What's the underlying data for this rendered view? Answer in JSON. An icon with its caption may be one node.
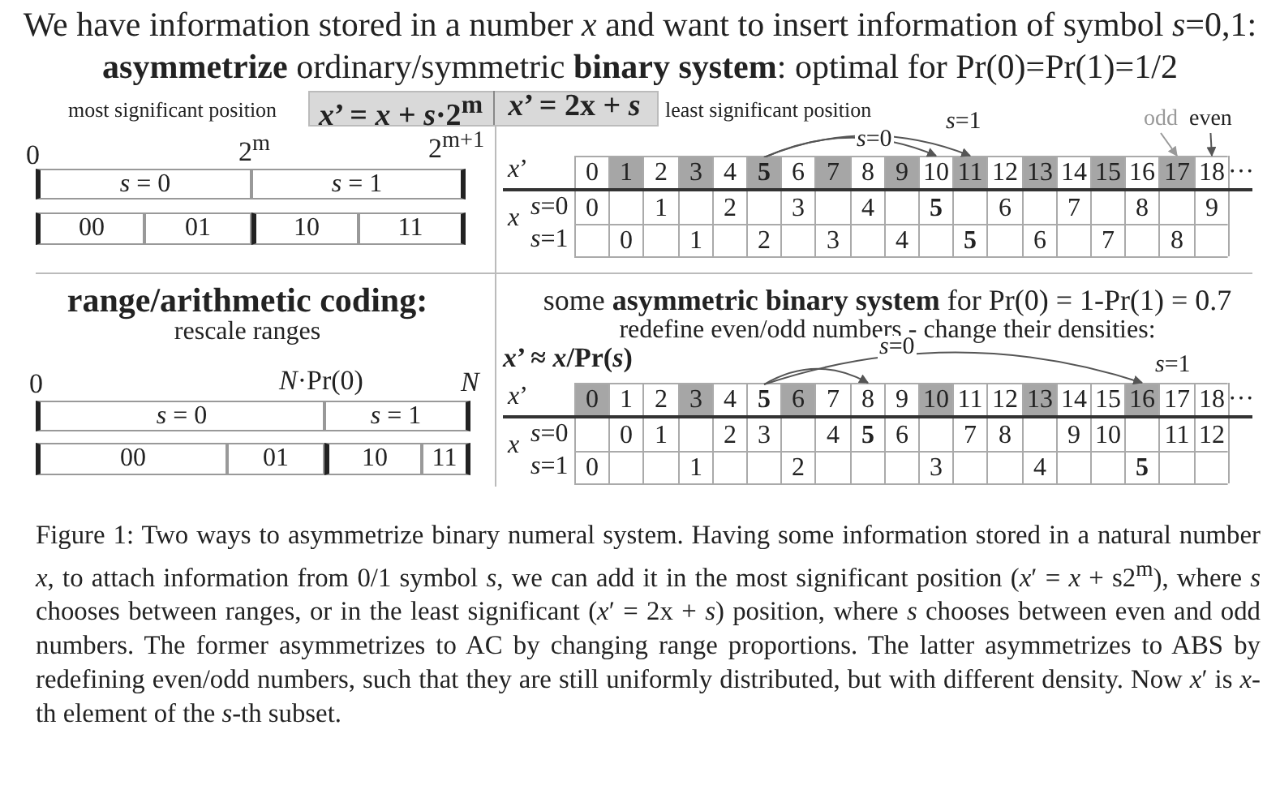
{
  "diagram": {
    "title": "We have information stored in a number *x* and want to insert information of symbol *s*=0,1:",
    "caption": "Figure 1: Two ways to asymmetrize binary numeral system. Having some information stored in a natural number *x*, to attach information from 0/1 symbol *s*, we can add it in the most significant position (*x*′ = *x* + s2$^{m}$), where *s* chooses between ranges, or in the least significant (*x*′ = 2x + *s*) position, where *s* chooses between even and odd numbers. The former asymmetrizes to AC by changing range proportions. The latter asymmetrizes to ABS by redefining even/odd numbers, such that they are still uniformly distributed, but with different density. Now *x*′ is *x*-th element of the *s*-th subset.",
    "nodes": [
      {
        "text": [
          "odd"
        ]
      },
      {
        "text": [
          "even"
        ]
      },
      {
        "text": [
          "5"
        ]
      },
      {
        "text": [
          "10"
        ]
      },
      {
        "text": [
          "11"
        ]
      },
      {
        "text": [
          "17"
        ]
      },
      {
        "text": [
          "18"
        ]
      },
      {
        "text": [
          "5"
        ]
      },
      {
        "text": [
          "8"
        ]
      },
      {
        "text": [
          "16"
        ]
      }
    ],
    "edges": [
      {
        "from": 2,
        "to": 3,
        "arrow": "to",
        "label": "*s*=0"
      },
      {
        "from": 2,
        "to": 4,
        "arrow": "to",
        "label": "*s*=1"
      },
      {
        "from": 0,
        "to": 5,
        "arrow": "to",
        "color": "#999999"
      },
      {
        "from": 1,
        "to": 6,
        "arrow": "to"
      },
      {
        "from": 7,
        "to": 8,
        "arrow": "to",
        "label": "*s*=0"
      },
      {
        "from": 7,
        "to": 9,
        "arrow": "to",
        "label": "*s*=1"
      }
    ],
    "labels": [
      "**asymmetrize** ordinary/symmetric **binary system**: optimal for  Pr(0)=Pr(1)=1/2",
      "most significant position",
      "*x*’ = *x* + *s*·2$^{m}$",
      "*x*’ = 2x + *s*",
      "least significant position",
      "0",
      "2$^{m}$",
      "2$^{m+1}$",
      "*s* = 0",
      "*s* = 1",
      "00",
      "01",
      "10",
      "11",
      "*x*’",
      "0",
      "1",
      "2",
      "3",
      "4",
      "6",
      "7",
      "8",
      "9",
      "12",
      "13",
      "14",
      "15",
      "16",
      "…",
      "*x*",
      "*s*=0",
      "0",
      "1",
      "2",
      "3",
      "4",
      "5",
      "6",
      "7",
      "8",
      "9",
      "*s*=1",
      "0",
      "1",
      "2",
      "3",
      "4",
      "5",
      "6",
      "7",
      "8",
      "range/arithmetic coding:",
      "rescale ranges",
      "0",
      "*N*·Pr(0)",
      "*N*",
      "*s* = 0",
      "*s* = 1",
      "00",
      "01",
      "10",
      "11",
      "some **asymmetric binary system** for Pr(0) = 1-Pr(1) = 0.7",
      "redefine even/odd numbers - change their densities:",
      "*x*’ ≈ *x*/Pr(*s*)",
      "*x*’",
      "0",
      "1",
      "2",
      "3",
      "4",
      "6",
      "7",
      "9",
      "10",
      "11",
      "12",
      "13",
      "14",
      "15",
      "17",
      "18",
      "…",
      "*x*",
      "*s*=0",
      "0",
      "1",
      "2",
      "3",
      "4",
      "5",
      "6",
      "7",
      "8",
      "9",
      "10",
      "11",
      "12",
      "*s*=1",
      "0",
      "1",
      "2",
      "3",
      "4",
      "5"
    ]
  }
}
